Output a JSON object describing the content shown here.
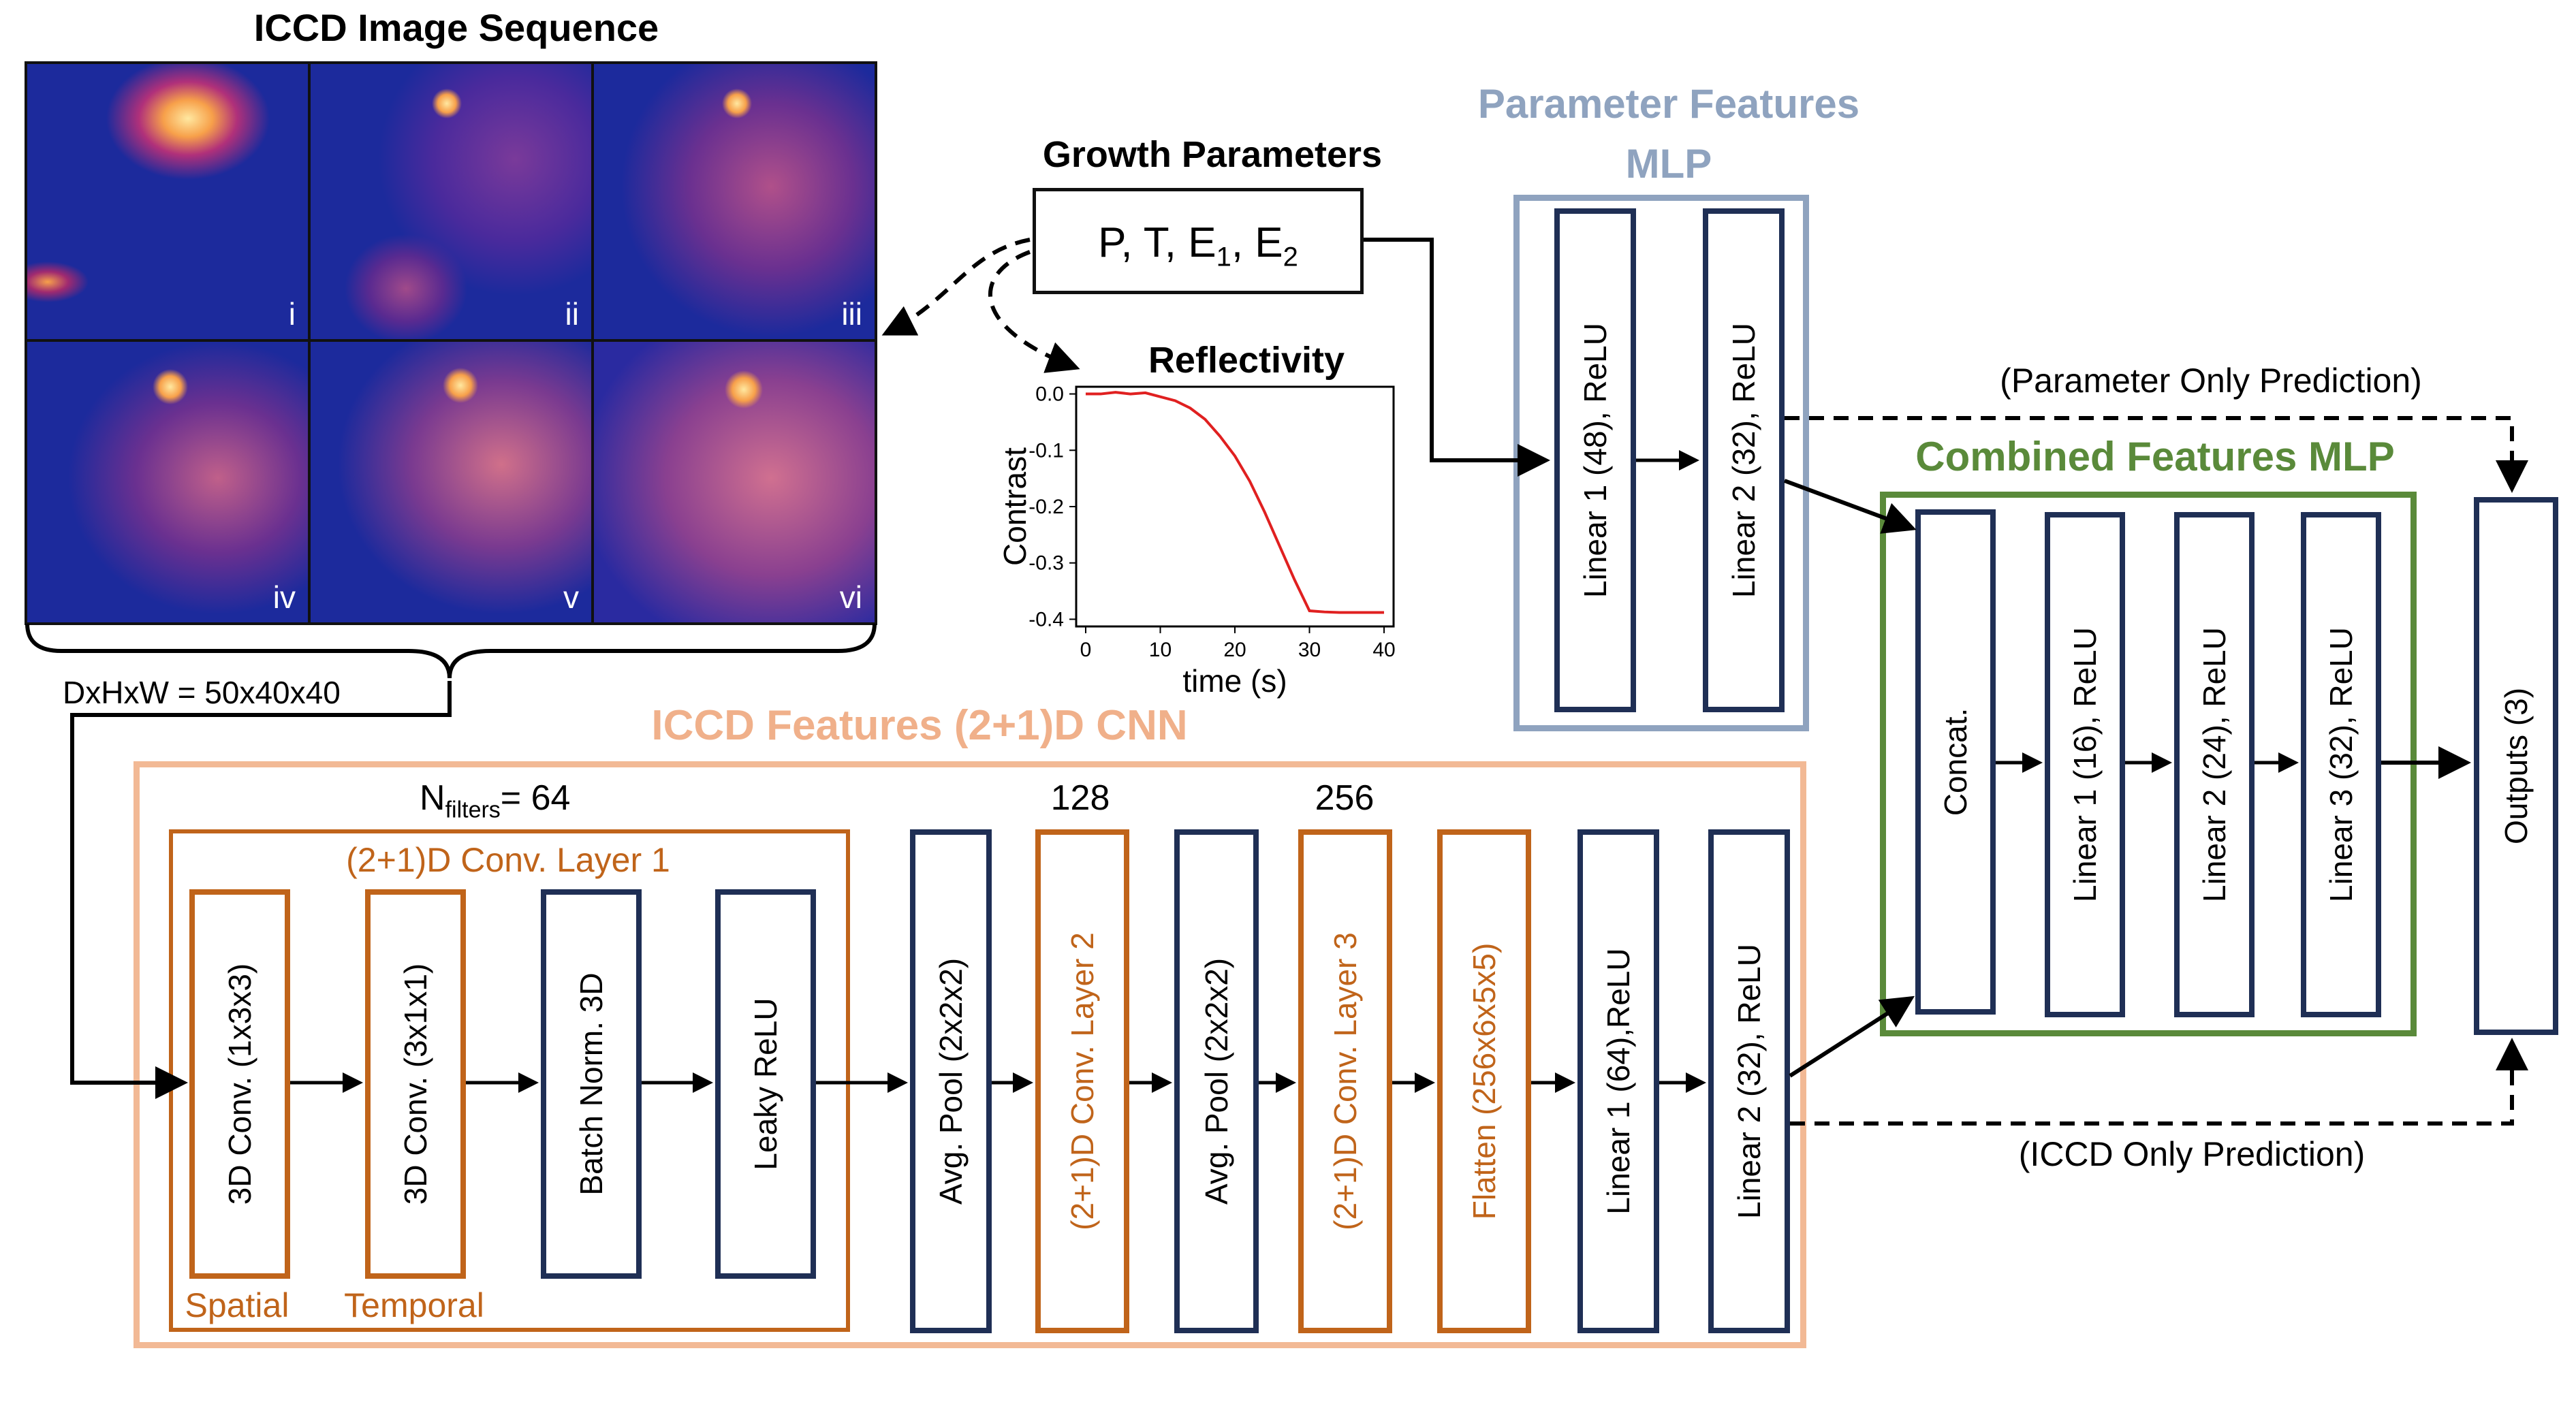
{
  "icsd": {
    "title": "ICCD Image Sequence",
    "panels": [
      "i",
      "ii",
      "iii",
      "iv",
      "v",
      "vi"
    ],
    "dims": "DxHxW = 50x40x40"
  },
  "growth": {
    "title": "Growth Parameters",
    "params_base": "P, T, E",
    "sub1": "1",
    "sep": ", E",
    "sub2": "2"
  },
  "reflectivity": {
    "title": "Reflectivity",
    "chart_data": {
      "type": "line",
      "title": "Reflectivity",
      "xlabel": "time (s)",
      "ylabel": "Contrast",
      "xlim": [
        0,
        40
      ],
      "ylim": [
        -0.4,
        0.0
      ],
      "x_ticks": [
        "0",
        "10",
        "20",
        "30",
        "40"
      ],
      "y_ticks": [
        "0.0",
        "-0.1",
        "-0.2",
        "-0.3",
        "-0.4"
      ],
      "series": [
        {
          "color": "#e02020",
          "x": [
            0,
            2,
            4,
            6,
            8,
            10,
            12,
            14,
            16,
            18,
            20,
            22,
            24,
            26,
            28,
            30,
            32,
            34,
            36,
            38,
            40
          ],
          "y": [
            0.0,
            0.0,
            0.003,
            0.0,
            0.002,
            -0.005,
            -0.012,
            -0.025,
            -0.045,
            -0.075,
            -0.11,
            -0.155,
            -0.21,
            -0.27,
            -0.33,
            -0.385,
            -0.387,
            -0.388,
            -0.388,
            -0.388,
            -0.388
          ]
        }
      ]
    }
  },
  "param_mlp": {
    "title_line1": "Parameter Features",
    "title_line2": "MLP",
    "color": "#8fa3bf",
    "layers": [
      "Linear 1 (48), ReLU",
      "Linear 2 (32), ReLU"
    ]
  },
  "combined_mlp": {
    "title": "Combined Features MLP",
    "color": "#5a8a3a",
    "layers": [
      "Concat.",
      "Linear 1 (16), ReLU",
      "Linear 2 (24), ReLU",
      "Linear 3 (32), ReLU"
    ]
  },
  "outputs": {
    "label": "Outputs (3)"
  },
  "predictions": {
    "param_only": "(Parameter Only Prediction)",
    "iccd_only": "(ICCD Only Prediction)"
  },
  "cnn": {
    "title": "ICCD Features (2+1)D CNN",
    "color": "#f2b995",
    "conv1_title": "(2+1)D Conv. Layer 1",
    "nfilters_base": "N",
    "nfilters_sub": "filters",
    "nfilters_val": "= 64",
    "filters_2": "128",
    "filters_3": "256",
    "conv1_layers": [
      "3D Conv. (1x3x3)",
      "3D Conv. (3x1x1)",
      "Batch Norm. 3D",
      "Leaky ReLU"
    ],
    "spatial": "Spatial",
    "temporal": "Temporal",
    "layers": [
      "Avg. Pool (2x2x2)",
      "(2+1)D Conv. Layer 2",
      "Avg. Pool (2x2x2)",
      "(2+1)D Conv. Layer 3",
      "Flatten (256x6x5x5)",
      "Linear 1 (64),ReLU",
      "Linear 2 (32), ReLU"
    ]
  },
  "colors": {
    "navy": "#1f2f55",
    "orange": "#c0641a",
    "accent_orange_text": "#f0b08a"
  }
}
